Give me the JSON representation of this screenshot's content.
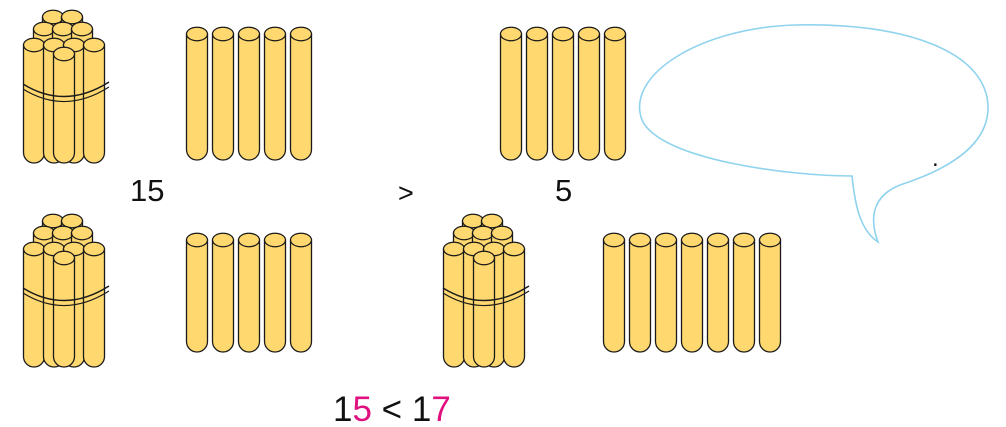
{
  "colors": {
    "stick_fill": "#ffd870",
    "stick_outline": "#1a1a1a",
    "bubble_outline": "#8fd3ee",
    "highlight": "#e0117f"
  },
  "row1": {
    "left_number": "15",
    "operator": ">",
    "right_number": "5"
  },
  "row2": {
    "left_tens": "1",
    "left_ones": "5",
    "operator": "<",
    "right_tens": "1",
    "right_ones": "7"
  },
  "speech_bubble": {
    "text": "."
  },
  "groups": {
    "row1_left": {
      "bundles": 1,
      "loose_sticks": 5
    },
    "row1_right": {
      "bundles": 0,
      "loose_sticks": 5
    },
    "row2_left": {
      "bundles": 1,
      "loose_sticks": 5
    },
    "row2_right": {
      "bundles": 1,
      "loose_sticks": 7
    }
  }
}
